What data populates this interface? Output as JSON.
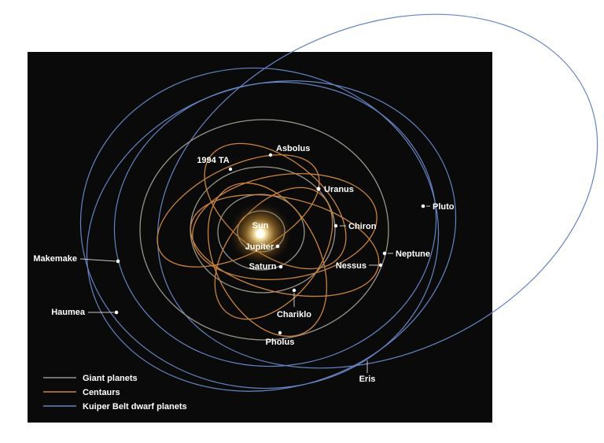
{
  "diagram": {
    "background": "#0a0a0a",
    "page_background": "#ffffff"
  },
  "colors": {
    "giant_planets": "#98948a",
    "centaurs": "#c9843f",
    "kuiper": "#6584c2",
    "label_text": "#ffffff",
    "sun_core": "#fffbe0",
    "sun_glow": "#e8a93c"
  },
  "labels": {
    "sun": "Sun",
    "jupiter": "Jupiter",
    "saturn": "Saturn",
    "uranus": "Uranus",
    "neptune": "Neptune",
    "pluto": "Pluto",
    "makemake": "Makemake",
    "haumea": "Haumea",
    "eris": "Eris",
    "t1994": "1994 TA",
    "asbolus": "Asbolus",
    "chiron": "Chiron",
    "nessus": "Nessus",
    "chariklo": "Chariklo",
    "pholus": "Pholus"
  },
  "legend": {
    "items": [
      {
        "label": "Giant planets",
        "color": "#98948a"
      },
      {
        "label": "Centaurs",
        "color": "#c9843f"
      },
      {
        "label": "Kuiper Belt dwarf planets",
        "color": "#6584c2"
      }
    ]
  }
}
